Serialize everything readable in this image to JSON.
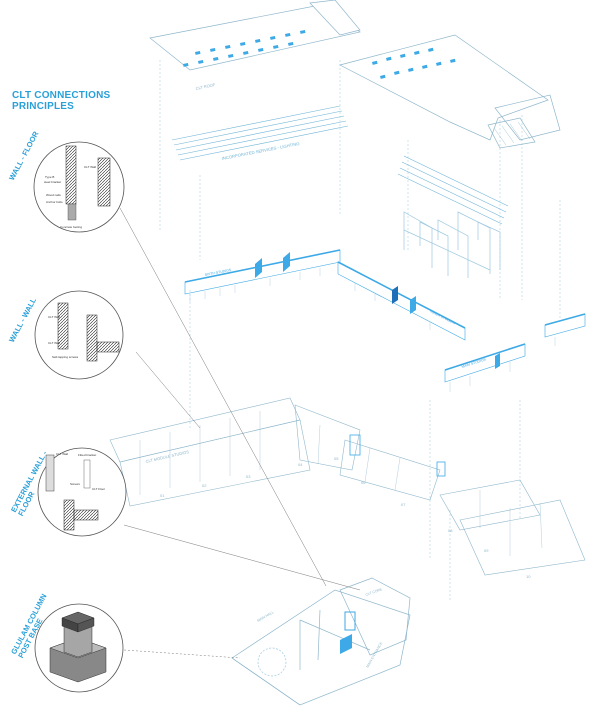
{
  "title": {
    "line1": "CLT CONNECTIONS",
    "line2": "PRINCIPLES"
  },
  "details": [
    {
      "label_line1": "WALL - FLOOR",
      "label_line2": ""
    },
    {
      "label_line1": "WALL - WALL",
      "label_line2": ""
    },
    {
      "label_line1": "EXTERNAL WALL -",
      "label_line2": "FLOOR"
    },
    {
      "label_line1": "GLULAM COLUMN",
      "label_line2": "POST BASE"
    }
  ],
  "detail_notes": {
    "wall_floor": [
      "CLT Wall",
      "Type B",
      "steel bracket",
      "Wood nails",
      "Anchor bolts",
      "Concrete footing"
    ],
    "wall_wall": [
      "CLT Wall",
      "CLT Wall",
      "Self-tapping screws"
    ],
    "external_wall_floor": [
      "CLT Wall",
      "Fitted bracket",
      "Screws",
      "CLT Floor"
    ]
  },
  "layer_labels": {
    "roof": "CLT ROOF",
    "services": "INCORPORATED SERVICES - LIGHTING",
    "main_block_left": "SIXTH STUDIOS",
    "main_block_mid": "INNER STUDIOS",
    "main_block_right": "MAIN STUDIOS",
    "floor_block": "CLT MODULE STUDIOS",
    "ground_left": "MAIN HALL",
    "ground_top": "CLT CORE",
    "ground_right": "MAIN ENTRANCE"
  },
  "module_numbers": [
    "01",
    "02",
    "03",
    "04",
    "05",
    "06",
    "07",
    "08",
    "09",
    "10"
  ],
  "colors": {
    "accent": "#2aa0d8",
    "accent_fill": "#3da9e6",
    "line": "#8fb7cc",
    "circle": "#555555",
    "leader": "#7a7a7a",
    "detail_dark": "#333333"
  }
}
